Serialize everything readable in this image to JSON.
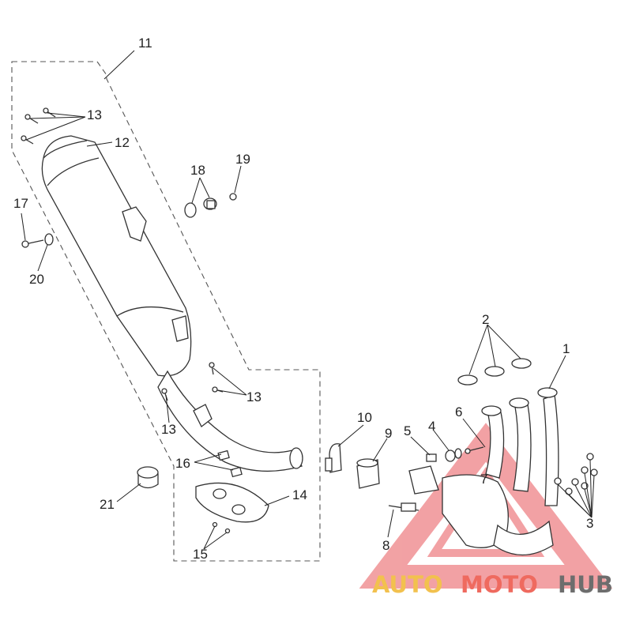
{
  "callouts": [
    {
      "id": "c1",
      "text": "1"
    },
    {
      "id": "c2",
      "text": "2"
    },
    {
      "id": "c3",
      "text": "3"
    },
    {
      "id": "c4",
      "text": "4"
    },
    {
      "id": "c5",
      "text": "5"
    },
    {
      "id": "c6",
      "text": "6"
    },
    {
      "id": "c7",
      "text": "7"
    },
    {
      "id": "c8",
      "text": "8"
    },
    {
      "id": "c9",
      "text": "9"
    },
    {
      "id": "c10",
      "text": "10"
    },
    {
      "id": "c11",
      "text": "11"
    },
    {
      "id": "c12",
      "text": "12"
    },
    {
      "id": "c13a",
      "text": "13"
    },
    {
      "id": "c13b",
      "text": "13"
    },
    {
      "id": "c13c",
      "text": "13"
    },
    {
      "id": "c14",
      "text": "14"
    },
    {
      "id": "c15",
      "text": "15"
    },
    {
      "id": "c16",
      "text": "16"
    },
    {
      "id": "c17",
      "text": "17"
    },
    {
      "id": "c18",
      "text": "18"
    },
    {
      "id": "c19",
      "text": "19"
    },
    {
      "id": "c20",
      "text": "20"
    },
    {
      "id": "c21",
      "text": "21"
    }
  ],
  "watermark": {
    "part1": "AUTO",
    "part2": "MOTO",
    "part3": "HUB",
    "colors": {
      "triangle": "#e8555a",
      "auto": "#f2c14e",
      "moto": "#ef6a5f",
      "hub": "#6d6d6d"
    }
  }
}
